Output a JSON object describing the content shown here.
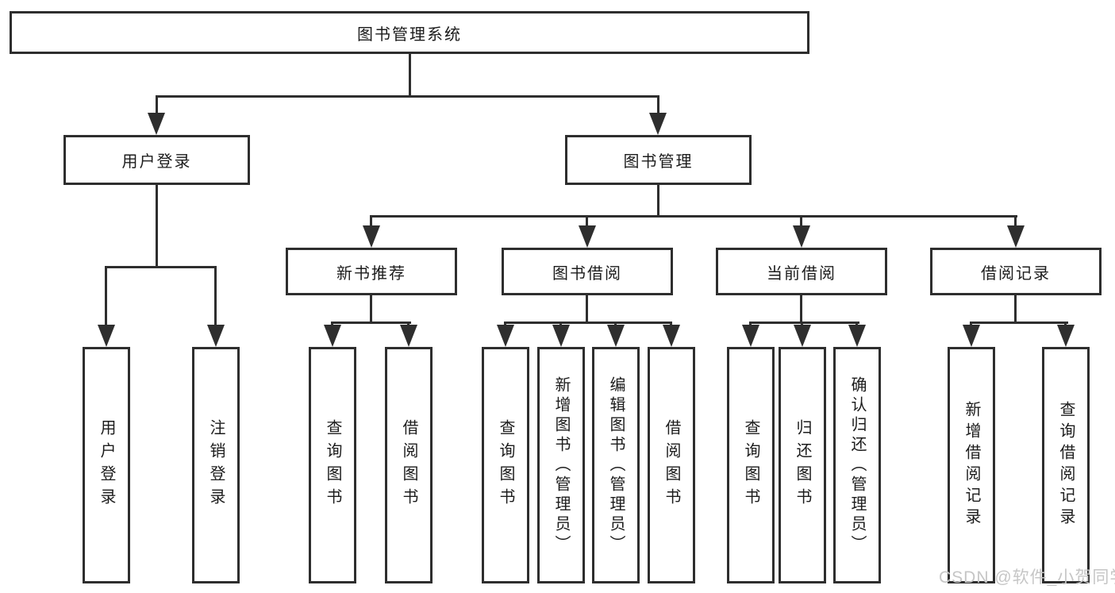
{
  "diagram": {
    "title": "图书管理系统",
    "root": {
      "label": "图书管理系统"
    },
    "branches": [
      {
        "label": "用户登录",
        "children": [
          {
            "label": "用户登录"
          },
          {
            "label": "注销登录"
          }
        ]
      },
      {
        "label": "图书管理",
        "children": [
          {
            "label": "新书推荐",
            "children": [
              {
                "label": "查询图书"
              },
              {
                "label": "借阅图书"
              }
            ]
          },
          {
            "label": "图书借阅",
            "children": [
              {
                "label": "查询图书"
              },
              {
                "label": "新增图书（管理员）"
              },
              {
                "label": "编辑图书（管理员）"
              },
              {
                "label": "借阅图书"
              }
            ]
          },
          {
            "label": "当前借阅",
            "children": [
              {
                "label": "查询图书"
              },
              {
                "label": "归还图书"
              },
              {
                "label": "确认归还（管理员）"
              }
            ]
          },
          {
            "label": "借阅记录",
            "children": [
              {
                "label": "新增借阅记录"
              },
              {
                "label": "查询借阅记录"
              }
            ]
          }
        ]
      }
    ]
  },
  "watermark": {
    "text": "CSDN @软件_小贺同学"
  },
  "colors": {
    "line": "#2e2e2e",
    "border": "#2e2e2e",
    "text": "#1c1c1c",
    "background": "#ffffff",
    "watermark": "#c6c6c6"
  }
}
